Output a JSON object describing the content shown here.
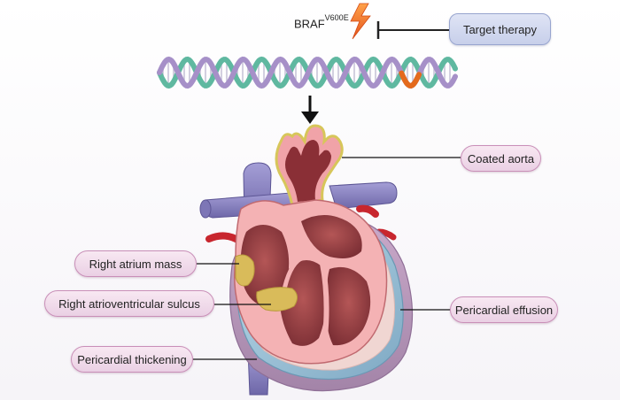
{
  "gene": {
    "name": "BRAF",
    "mutation": "V600E"
  },
  "labels": {
    "target_therapy": "Target therapy",
    "coated_aorta": "Coated aorta",
    "right_atrium_mass": "Right atrium mass",
    "right_av_sulcus": "Right atrioventricular sulcus",
    "pericardial_effusion": "Pericardial effusion",
    "pericardial_thickening": "Pericardial thickening"
  },
  "icons": [
    "lightning-bolt-icon",
    "inhibition-bar-icon",
    "dna-helix-icon",
    "down-arrow-icon",
    "heart-illustration"
  ],
  "colors": {
    "label_pink_fill": "#f0dcea",
    "label_blue_fill": "#d4daf0",
    "heart_red": "#b24b4b",
    "vessel_purple": "#8f88c4",
    "pericardium_blue": "#9cc3d8",
    "mass_yellow": "#d9bb5a",
    "mutation_orange": "#e46a1c"
  }
}
